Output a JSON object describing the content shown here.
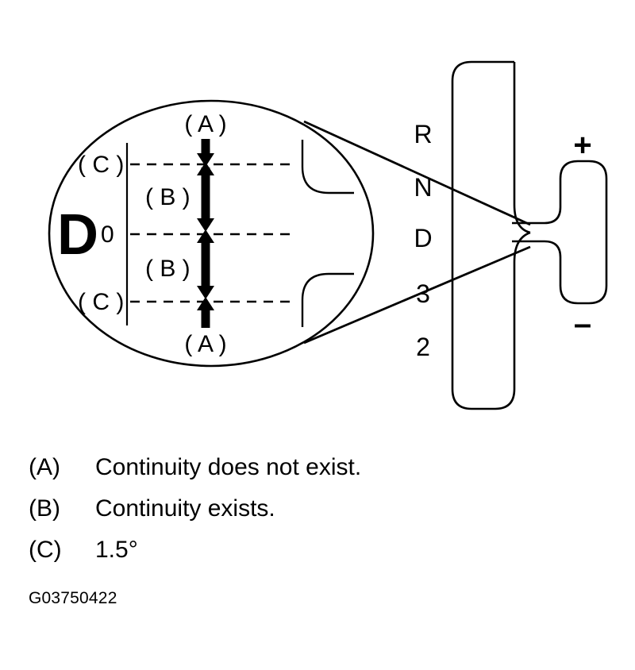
{
  "figure": {
    "reference_code": "G03750422",
    "magnifier": {
      "gear_label": "D",
      "gear_label_subscript": "0",
      "callouts": {
        "top": "( A )",
        "upper_c": "( C )",
        "upper_b": "( B )",
        "center_zero": "0",
        "lower_b": "( B )",
        "lower_c": "( C )",
        "bottom": "( A )"
      }
    },
    "shift_gate": {
      "main_positions": [
        "R",
        "N",
        "D",
        "3",
        "2"
      ],
      "side_gate_positions": [
        "+",
        "–"
      ]
    }
  },
  "legend": {
    "items": [
      {
        "key": "(A)",
        "text": "Continuity does not exist."
      },
      {
        "key": "(B)",
        "text": "Continuity exists."
      },
      {
        "key": "(C)",
        "text": "1.5°"
      }
    ]
  },
  "colors": {
    "ink": "#000000",
    "background": "#ffffff"
  }
}
